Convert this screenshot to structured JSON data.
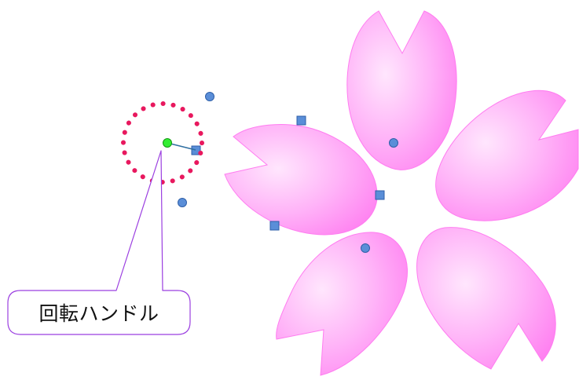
{
  "callout": {
    "label": "回転ハンドル",
    "border_color": "#9b3fe0"
  },
  "flower": {
    "petal_count": 5,
    "petal_color": "#ff8ef5",
    "petal_highlight": "#ffd0fa",
    "selected_petal": "left-petal"
  },
  "selection": {
    "handle_color": "#5a8ed8",
    "handle_border": "#2f5fa8",
    "rotation_handle_color": "#22dd22"
  },
  "highlight_ring": {
    "color": "#e8185e",
    "style": "dotted"
  }
}
